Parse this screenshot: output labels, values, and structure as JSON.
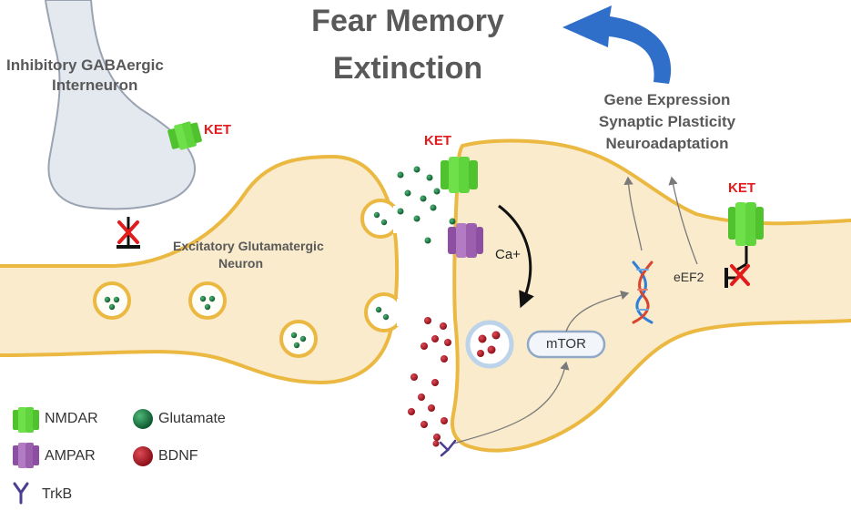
{
  "title": {
    "line1": "Fear Memory",
    "line2": "Extinction"
  },
  "labels": {
    "inhibitory_line1": "Inhibitory GABAergic",
    "inhibitory_line2": "Interneuron",
    "excitatory_line1": "Excitatory Glutamatergic",
    "excitatory_line2": "Neuron",
    "ket": "KET",
    "outcome_line1": "Gene Expression",
    "outcome_line2": "Synaptic Plasticity",
    "outcome_line3": "Neuroadaptation",
    "calcium": "Ca+",
    "mtor": "mTOR",
    "eef2": "eEF2"
  },
  "legend": {
    "nmdar": "NMDAR",
    "glutamate": "Glutamate",
    "ampar": "AMPAR",
    "bdnf": "BDNF",
    "trkb": "TrkB"
  },
  "colors": {
    "neuron_fill": "#f9ebcc",
    "neuron_outline": "#ebb842",
    "interneuron_fill": "#e4e8ef",
    "nmdar": "#5fd43c",
    "ampar": "#9b5fae",
    "glutamate": "#1e7a45",
    "bdnf": "#b81f2b",
    "trkb": "#4b3d8f",
    "ket_text": "#e21c1c",
    "title_text": "#595959",
    "curved_arrow": "#2f6fc9"
  },
  "icons": [
    "nmdar-icon",
    "ampar-icon",
    "glutamate-icon",
    "bdnf-icon",
    "trkb-icon",
    "dna-icon",
    "inhibition-x-icon",
    "curved-arrow-icon"
  ]
}
